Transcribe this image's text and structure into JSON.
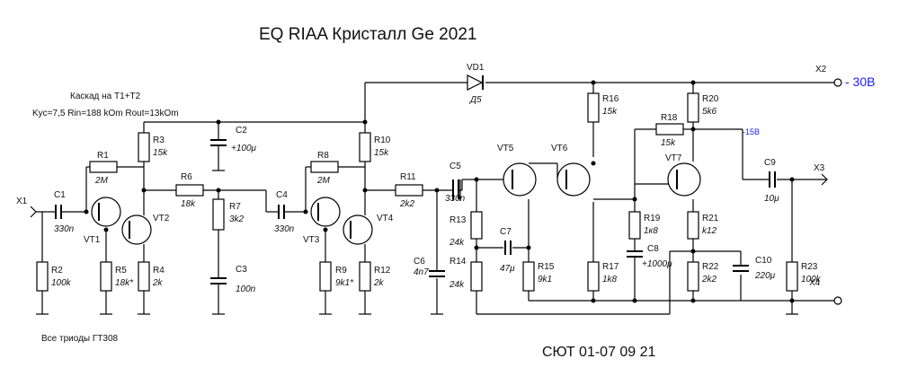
{
  "title": "EQ RIAA Кристалл Ge 2021",
  "notes": {
    "stage": "Каскад на T1+T2",
    "params": "Kyc=7,5  Rin=188 kOm Rout=13kOm",
    "transistors": "Все триоды ГТ308",
    "date": "СЮТ 01-07 09 21"
  },
  "supply": {
    "label": "- 30В",
    "mid": "-15В"
  },
  "connectors": {
    "X1": "X1",
    "X2": "X2",
    "X3": "X3",
    "X4": "X4"
  },
  "diode": {
    "name": "VD1",
    "type": "Д5"
  },
  "transistors": [
    "VT1",
    "VT2",
    "VT3",
    "VT4",
    "VT5",
    "VT6",
    "VT7"
  ],
  "resistors": [
    {
      "name": "R1",
      "value": "2M"
    },
    {
      "name": "R2",
      "value": "100k"
    },
    {
      "name": "R3",
      "value": "15k"
    },
    {
      "name": "R4",
      "value": "2k"
    },
    {
      "name": "R5",
      "value": "18k*"
    },
    {
      "name": "R6",
      "value": "18k"
    },
    {
      "name": "R7",
      "value": "3k2"
    },
    {
      "name": "R8",
      "value": "2M"
    },
    {
      "name": "R9",
      "value": "9k1*"
    },
    {
      "name": "R10",
      "value": "15k"
    },
    {
      "name": "R11",
      "value": "2k2"
    },
    {
      "name": "R12",
      "value": "2k"
    },
    {
      "name": "R13",
      "value": "24k"
    },
    {
      "name": "R14",
      "value": "24k"
    },
    {
      "name": "R15",
      "value": "9k1"
    },
    {
      "name": "R16",
      "value": "15k"
    },
    {
      "name": "R17",
      "value": "1k8"
    },
    {
      "name": "R18",
      "value": "15k"
    },
    {
      "name": "R19",
      "value": "1к8"
    },
    {
      "name": "R20",
      "value": "5k6"
    },
    {
      "name": "R21",
      "value": "k12"
    },
    {
      "name": "R22",
      "value": "2k2"
    },
    {
      "name": "R23",
      "value": "100k"
    }
  ],
  "capacitors": [
    {
      "name": "C1",
      "value": "330n"
    },
    {
      "name": "C2",
      "value": "+100μ"
    },
    {
      "name": "C3",
      "value": "100n"
    },
    {
      "name": "C4",
      "value": "330n"
    },
    {
      "name": "C5",
      "value": "330n"
    },
    {
      "name": "C6",
      "value": "4n7"
    },
    {
      "name": "C7",
      "value": "47μ"
    },
    {
      "name": "C8",
      "value": "+1000μ"
    },
    {
      "name": "C9",
      "value": "10μ"
    },
    {
      "name": "C10",
      "value": "220μ"
    }
  ]
}
